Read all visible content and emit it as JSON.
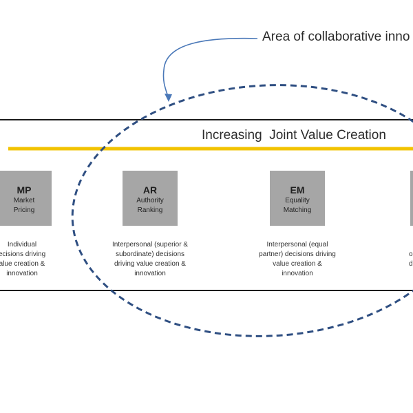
{
  "callout_label": "Area of collaborative inno",
  "heading": "Increasing  Joint Value Creation",
  "colors": {
    "progress_bar": "#f2c300",
    "dashed_ellipse": "#2f4f82",
    "box_fill": "#a6a6a6",
    "frame": "#1a1a1a"
  },
  "models": [
    {
      "code": "MP",
      "name_line1": "Market",
      "name_line2": "Pricing",
      "desc": [
        "Individual",
        "ecisions driving",
        "alue creation &",
        "innovation"
      ]
    },
    {
      "code": "AR",
      "name_line1": "Authority",
      "name_line2": "Ranking",
      "desc": [
        "Interpersonal (superior &",
        "subordinate) decisions",
        "driving value creation &",
        "innovation"
      ]
    },
    {
      "code": "EM",
      "name_line1": "Equality",
      "name_line2": "Matching",
      "desc": [
        "Interpersonal (equal",
        "partner) decisions driving",
        "value creation &",
        "innovation"
      ]
    }
  ],
  "partial_right": {
    "desc": [
      "o",
      "d"
    ]
  }
}
